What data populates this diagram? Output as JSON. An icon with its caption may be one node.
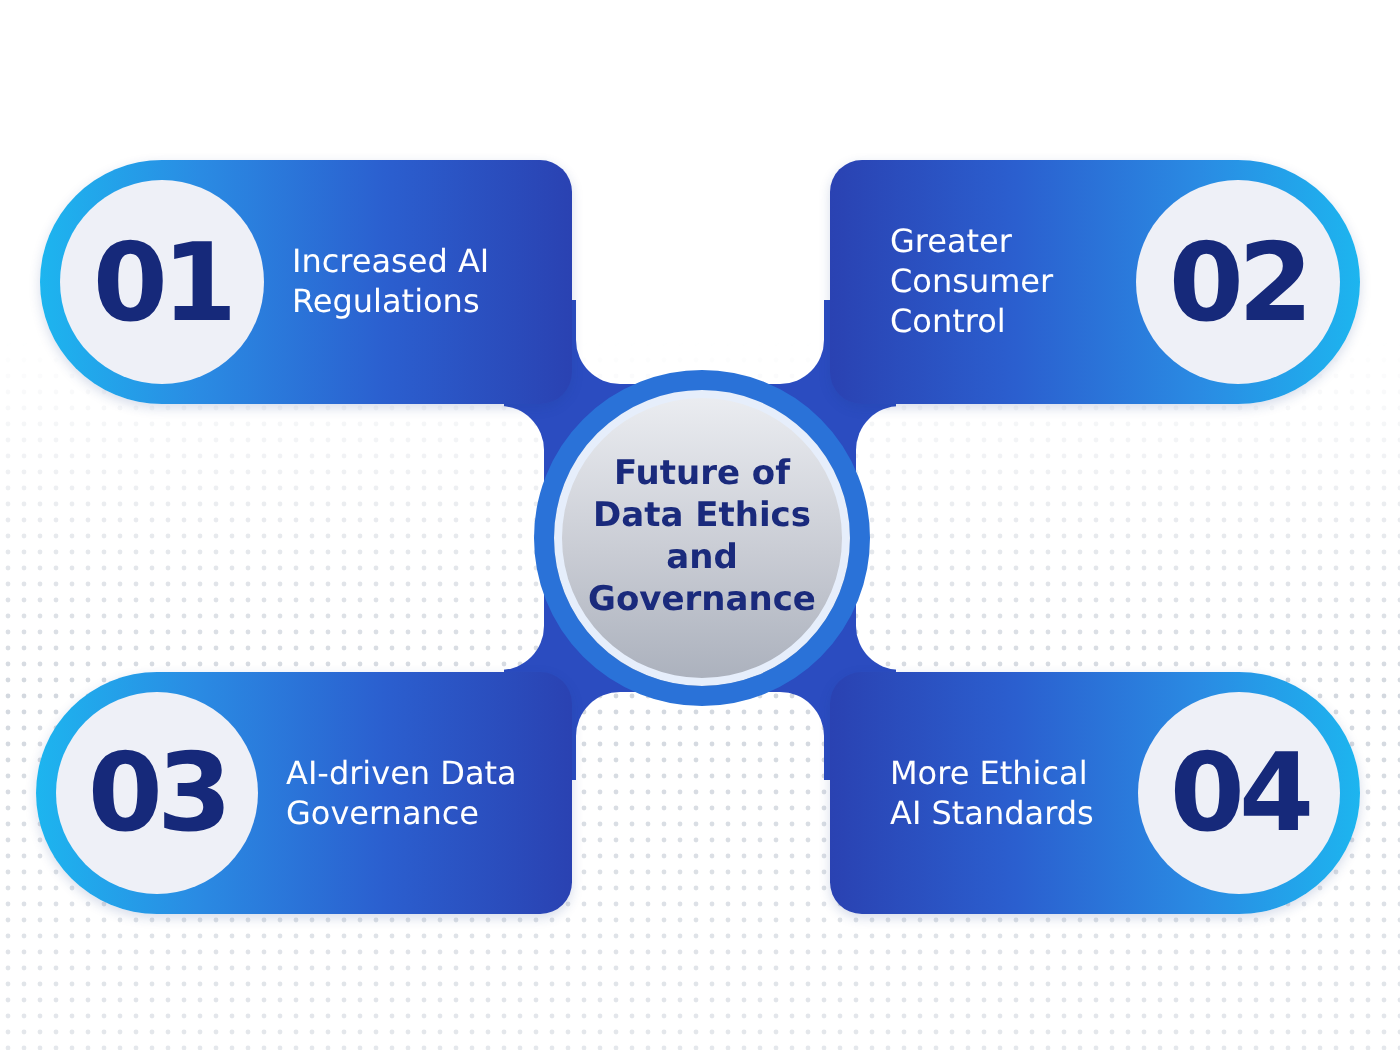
{
  "diagram": {
    "nodes": [
      {
        "text": [
          "Increased AI Regulations"
        ]
      },
      {
        "text": [
          "01"
        ],
        "in": 0
      },
      {
        "text": [
          "Greater Consumer Control"
        ]
      },
      {
        "text": [
          "02"
        ],
        "in": 2
      },
      {
        "text": [
          "Future of Data Ethics and Governance"
        ]
      },
      {
        "text": [
          "AI-driven Data Governance"
        ]
      },
      {
        "text": [
          "03"
        ],
        "in": 5
      },
      {
        "text": [
          "More Ethical AI Standards"
        ]
      },
      {
        "text": [
          "04"
        ],
        "in": 7
      }
    ]
  }
}
